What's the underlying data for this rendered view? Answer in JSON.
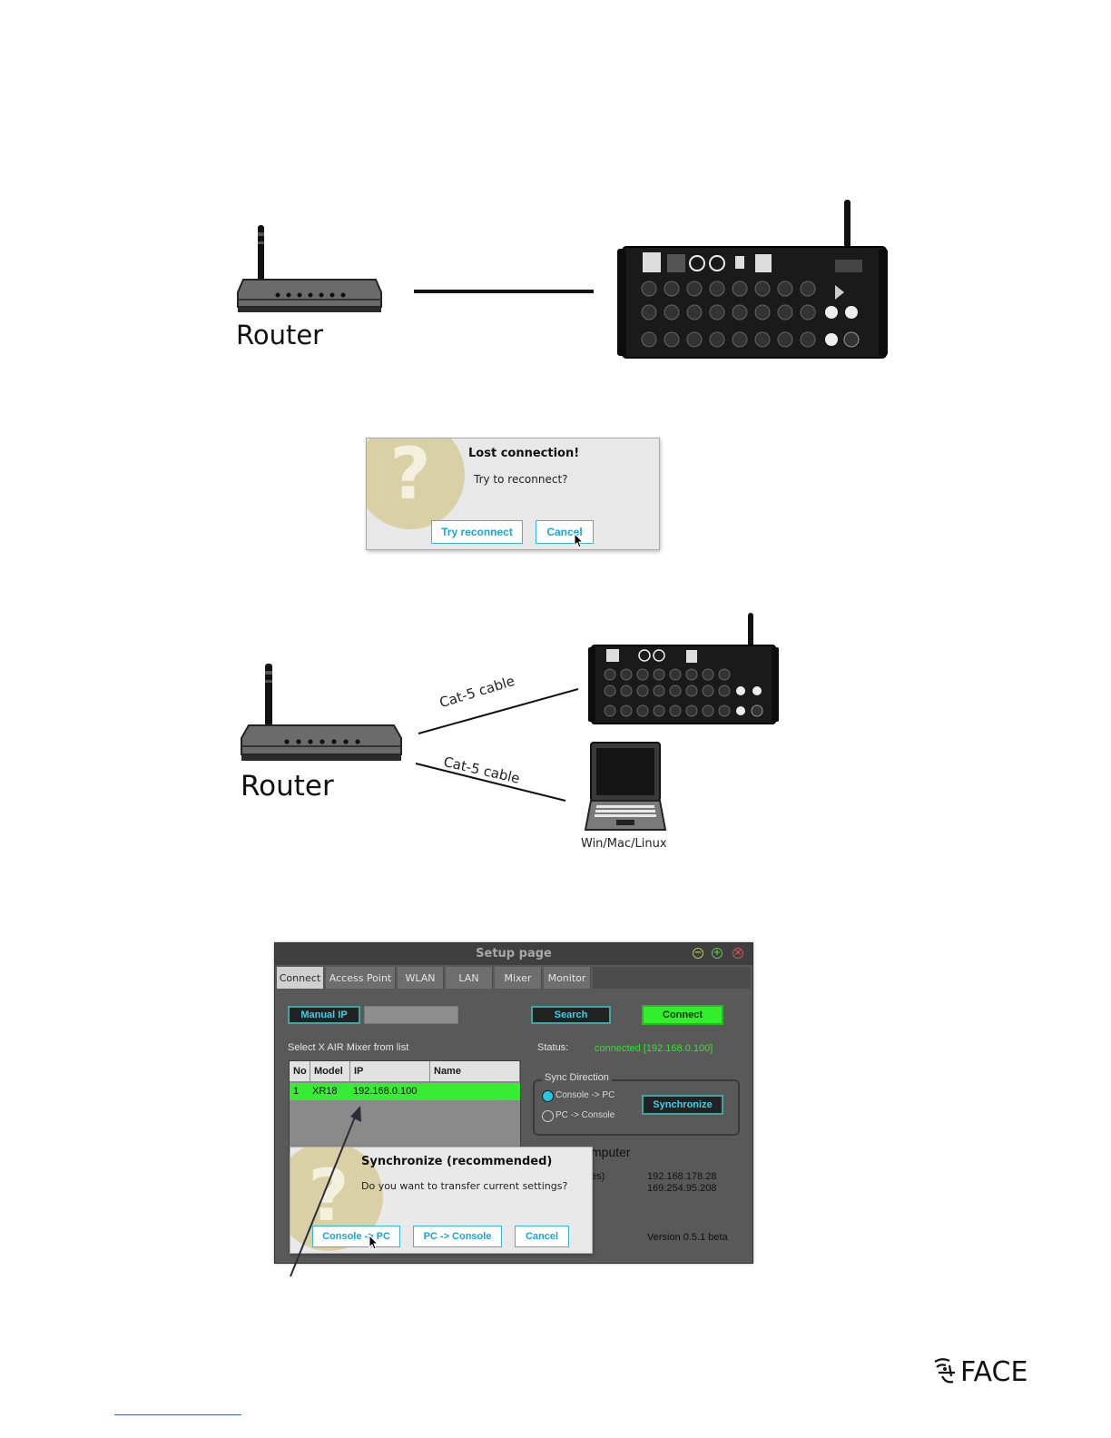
{
  "diagram_top": {
    "router_label": "Router"
  },
  "lost_connection_dialog": {
    "icon_glyph": "?",
    "title": "Lost connection!",
    "message": "Try to reconnect?",
    "buttons": {
      "reconnect": "Try reconnect",
      "cancel": "Cancel"
    }
  },
  "diagram_bottom": {
    "router_label": "Router",
    "cable_label_1": "Cat-5 cable",
    "cable_label_2": "Cat-5 cable",
    "computer_label": "Win/Mac/Linux"
  },
  "setup_window": {
    "title": "Setup page",
    "tabs": [
      "Connect",
      "Access Point",
      "WLAN",
      "LAN",
      "Mixer",
      "Monitor"
    ],
    "active_tab": "Connect",
    "manual_ip_label": "Manual IP",
    "manual_ip_value": "",
    "search_label": "Search",
    "connect_label": "Connect",
    "select_label": "Select X AIR Mixer from list",
    "status_label": "Status:",
    "status_value": "connected [192.168.0.100]",
    "table": {
      "headers": [
        "No",
        "Model",
        "IP",
        "Name"
      ],
      "rows": [
        {
          "no": "1",
          "model": "XR18",
          "ip": "192.168.0.100",
          "name": ""
        }
      ]
    },
    "sync_direction": {
      "legend": "Sync Direction",
      "option_1": "Console -> PC",
      "option_2": "PC -> Console",
      "selected": "Console -> PC",
      "button": "Synchronize"
    },
    "computer_heading_partial": "mputer",
    "addresses_label_partial": "es)",
    "addresses": [
      "192.168.178.28",
      "169.254.95.208"
    ],
    "version": "Version 0.5.1 beta",
    "sync_dialog": {
      "icon_glyph": "?",
      "title": "Synchronize (recommended)",
      "message": "Do you want to transfer current settings?",
      "buttons": {
        "console_to_pc": "Console -> PC",
        "pc_to_console": "PC -> Console",
        "cancel": "Cancel"
      }
    }
  },
  "footer": {
    "logo_text": "FACE"
  },
  "colors": {
    "accent_cyan": "#1aa6cf",
    "connected_green": "#32ef2b",
    "status_green": "#2fe52f",
    "window_bg": "#595959"
  }
}
